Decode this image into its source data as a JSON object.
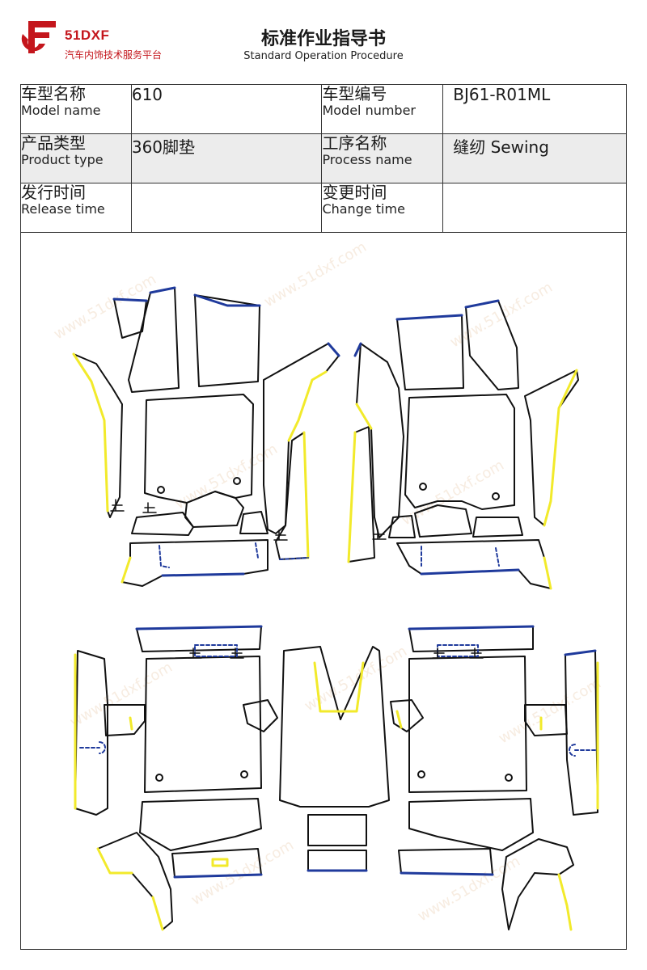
{
  "header": {
    "brand": "51DXF",
    "brand_tagline": "汽车内饰技术服务平台",
    "brand_color": "#c4161c",
    "title": "标准作业指导书",
    "subtitle": "Standard Operation Procedure"
  },
  "info": {
    "model_name_zh": "车型名称",
    "model_name_en": "Model name",
    "model_name_value": "610",
    "model_number_zh": "车型编号",
    "model_number_en": "Model number",
    "model_number_value": "BJ61-R01ML",
    "product_type_zh": "产品类型",
    "product_type_en": "Product type",
    "product_type_value": "360脚垫",
    "process_name_zh": "工序名称",
    "process_name_en": "Process name",
    "process_name_value": "缝纫 Sewing",
    "release_time_zh": "发行时间",
    "release_time_en": "Release time",
    "release_time_value": "",
    "change_time_zh": "变更时间",
    "change_time_en": "Change time",
    "change_time_value": ""
  },
  "diagram": {
    "outline_color": "#111111",
    "edge_blue": "#1f3a9c",
    "edge_yellow": "#f2ea2b"
  },
  "watermark": "www.51dxf.com"
}
